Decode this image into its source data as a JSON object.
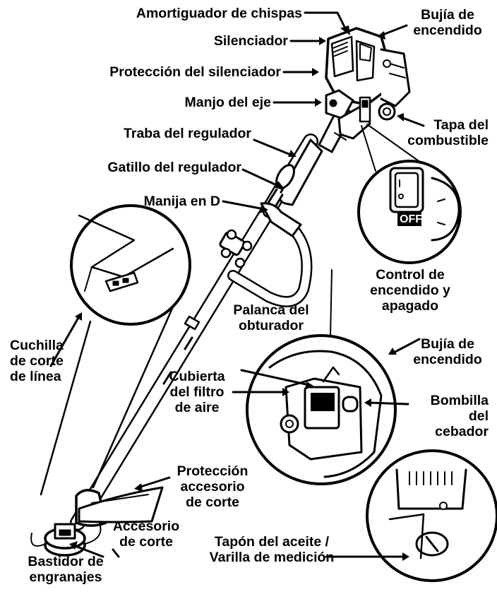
{
  "labels": {
    "amortiguador": "Amortiguador de chispas",
    "silenciador": "Silenciador",
    "proteccion_silenciador": "Protección del silenciador",
    "manjo_eje": "Manjo del eje",
    "traba_regulador": "Traba del regulador",
    "gatillo_regulador": "Gatillo del regulador",
    "manija_d": "Manija en D",
    "bujia_top_1": "Bujía de",
    "bujia_top_2": "encendido",
    "tapa_comb_1": "Tapa del",
    "tapa_comb_2": "combustible",
    "control_1": "Control de",
    "control_2": "encendido y",
    "control_3": "apagado",
    "switch_off": "OFF",
    "palanca_1": "Palanca del",
    "palanca_2": "obturador",
    "bujia_mid_1": "Bujía de",
    "bujia_mid_2": "encendido",
    "cubierta_1": "Cubierta",
    "cubierta_2": "del filtro",
    "cubierta_3": "de aire",
    "bombilla_1": "Bombilla",
    "bombilla_2": "del",
    "bombilla_3": "cebador",
    "cuchilla_1": "Cuchilla",
    "cuchilla_2": "de corte",
    "cuchilla_3": "de línea",
    "proteccion_acc_1": "Protección",
    "proteccion_acc_2": "accesorio",
    "proteccion_acc_3": "de corte",
    "accesorio_1": "Accesorio",
    "accesorio_2": "de corte",
    "bastidor_1": "Bastidor de",
    "bastidor_2": "engranajes",
    "tapon_1": "Tapón del aceite /",
    "tapon_2": "Varilla de medición"
  }
}
